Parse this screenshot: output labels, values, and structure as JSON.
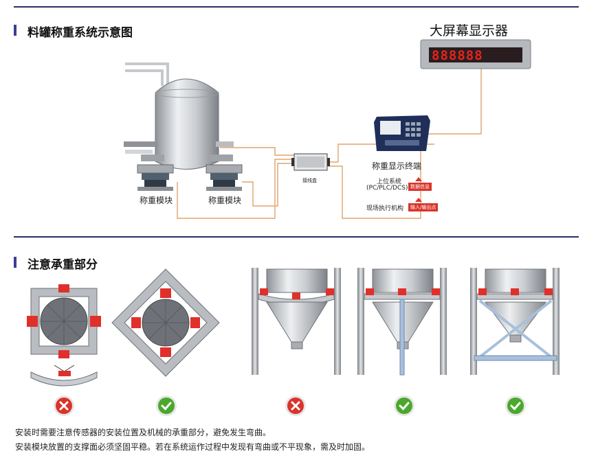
{
  "section1": {
    "title": "料罐称重系统示意图",
    "display_title": "大屏幕显示器",
    "display_digits": "888888",
    "module_left": "称重模块",
    "module_right": "称重模块",
    "junction_box": "接线盒",
    "terminal": "称重显示终端",
    "upper_system_line1": "上位系统",
    "upper_system_line2": "(PC/PLC/DCS)",
    "field_actuator": "现场执行机构",
    "tag_upper": "数据信息",
    "tag_field": "输入/输出点"
  },
  "section2": {
    "title": "注意承重部分",
    "marks": [
      "wrong",
      "correct",
      "wrong",
      "correct",
      "correct"
    ]
  },
  "notes": {
    "line1": "安装时需要注意传感器的安装位置及机械的承重部分，避免发生弯曲。",
    "line2": "安装模块放置的支撑面必须坚固平稳。若在系统运作过程中发现有弯曲或不平现象，需及时加固。"
  },
  "colors": {
    "accent": "#2b2e62",
    "wire": "#e2a36b",
    "wrong": "#d9342b",
    "correct": "#4aa82c",
    "led": "#e8231c"
  }
}
